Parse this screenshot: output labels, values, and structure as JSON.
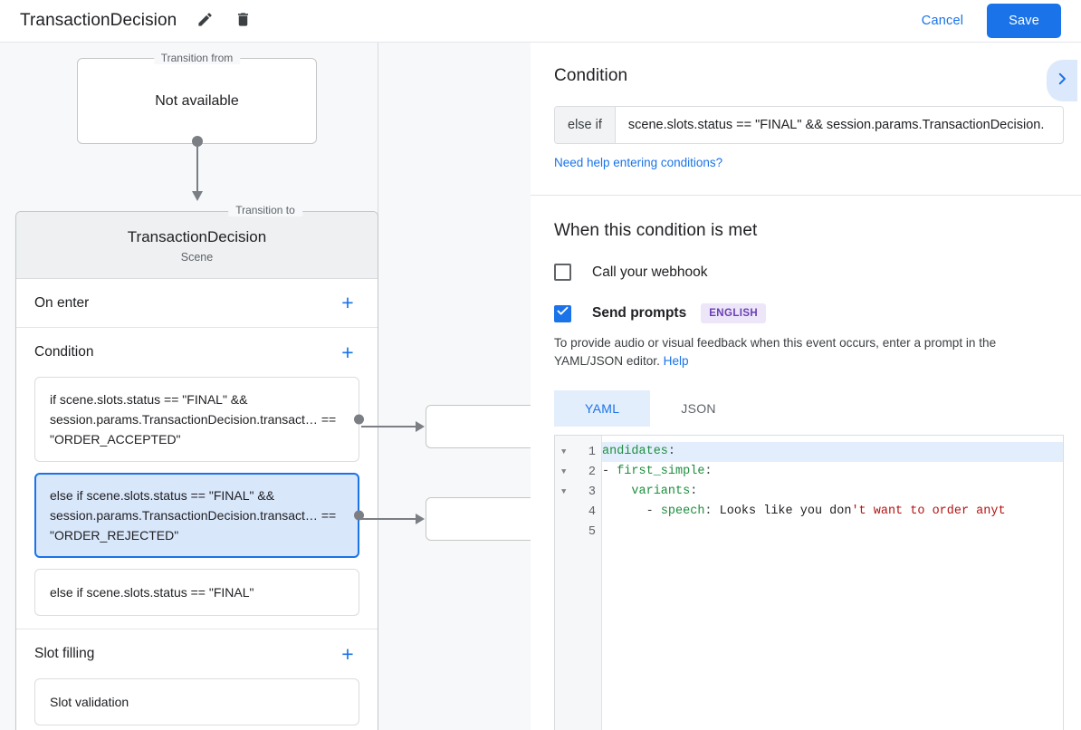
{
  "topbar": {
    "title": "TransactionDecision",
    "edit_icon": "pencil-icon",
    "delete_icon": "trash-icon",
    "cancel_label": "Cancel",
    "save_label": "Save",
    "accent_color": "#1a73e8"
  },
  "canvas": {
    "transition_from": {
      "legend": "Transition from",
      "value": "Not available"
    },
    "scene": {
      "legend": "Transition to",
      "name": "TransactionDecision",
      "type": "Scene"
    },
    "sections": [
      {
        "title": "On enter",
        "add_label": "+",
        "items": []
      },
      {
        "title": "Condition",
        "add_label": "+",
        "items": [
          {
            "text": "if scene.slots.status == \"FINAL\" && session.params.TransactionDecision.transact… == \"ORDER_ACCEPTED\"",
            "selected": false
          },
          {
            "text": "else if scene.slots.status == \"FINAL\" && session.params.TransactionDecision.transact… == \"ORDER_REJECTED\"",
            "selected": true
          },
          {
            "text": "else if scene.slots.status == \"FINAL\"",
            "selected": false
          }
        ]
      },
      {
        "title": "Slot filling",
        "add_label": "+",
        "items": [
          {
            "text": "Slot validation",
            "selected": false
          }
        ]
      }
    ]
  },
  "panel": {
    "condition": {
      "title": "Condition",
      "collapse_icon": "chevron-right-icon",
      "prefix": "else if",
      "value": "scene.slots.status == \"FINAL\" && session.params.TransactionDecision.",
      "help_link": "Need help entering conditions?"
    },
    "when_met": {
      "title": "When this condition is met",
      "webhook": {
        "label": "Call your webhook",
        "checked": false
      },
      "send_prompts": {
        "label": "Send prompts",
        "checked": true,
        "badge": "ENGLISH",
        "badge_bg": "#ece6f8",
        "badge_fg": "#6a3fb5"
      },
      "description": "To provide audio or visual feedback when this event occurs, enter a prompt in the YAML/JSON editor.",
      "help_label": "Help"
    },
    "editor": {
      "tabs": [
        {
          "label": "YAML",
          "active": true
        },
        {
          "label": "JSON",
          "active": false
        }
      ],
      "line_numbers": [
        "1",
        "2",
        "3",
        "4",
        "5"
      ],
      "lines": [
        {
          "num": "1",
          "foldable": true,
          "highlight": true,
          "tokens": [
            {
              "t": "andidates",
              "c": "key"
            },
            {
              "t": ":",
              "c": "punct"
            }
          ]
        },
        {
          "num": "2",
          "foldable": true,
          "highlight": false,
          "tokens": [
            {
              "t": "- ",
              "c": "punct"
            },
            {
              "t": "first_simple",
              "c": "key"
            },
            {
              "t": ":",
              "c": "punct"
            }
          ]
        },
        {
          "num": "3",
          "foldable": true,
          "highlight": false,
          "tokens": [
            {
              "t": "    ",
              "c": "plain"
            },
            {
              "t": "variants",
              "c": "key"
            },
            {
              "t": ":",
              "c": "punct"
            }
          ]
        },
        {
          "num": "4",
          "foldable": false,
          "highlight": false,
          "tokens": [
            {
              "t": "      - ",
              "c": "punct"
            },
            {
              "t": "speech",
              "c": "key"
            },
            {
              "t": ": ",
              "c": "punct"
            },
            {
              "t": "Looks like you don",
              "c": "plain"
            },
            {
              "t": "'t want to order anyt",
              "c": "str"
            }
          ]
        },
        {
          "num": "5",
          "foldable": false,
          "highlight": false,
          "tokens": []
        }
      ]
    }
  }
}
